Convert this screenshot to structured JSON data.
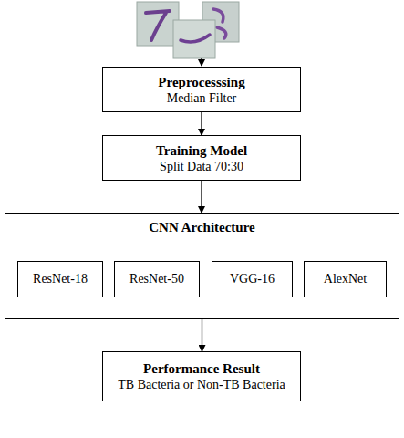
{
  "diagram": {
    "nodes": [
      {
        "text": [
          "Preprocesssing",
          "Median Filter"
        ]
      },
      {
        "text": [
          "Training Model",
          "Split Data 70:30"
        ]
      },
      {
        "text": [
          "CNN Architecture"
        ]
      },
      {
        "text": [
          "ResNet-18"
        ],
        "in": 2
      },
      {
        "text": [
          "ResNet-50"
        ],
        "in": 2
      },
      {
        "text": [
          "VGG-16"
        ],
        "in": 2
      },
      {
        "text": [
          "AlexNet"
        ],
        "in": 2
      },
      {
        "text": [
          "Performance Result",
          "TB Bacteria or Non-TB Bacteria"
        ]
      }
    ],
    "edges": [
      {
        "from": 0,
        "to": 1,
        "arrow": "to"
      },
      {
        "from": 1,
        "to": 2,
        "arrow": "to"
      },
      {
        "from": 2,
        "to": 7,
        "arrow": "to"
      }
    ]
  }
}
